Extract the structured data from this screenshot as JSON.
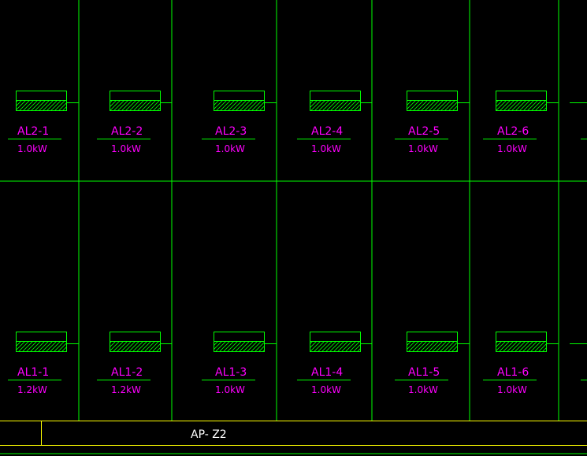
{
  "colors": {
    "background": "#000000",
    "grid_lines": "#00ff00",
    "labels": "#ff00ff",
    "title_block": "#ffff00",
    "title_text": "#ffffff"
  },
  "rows": [
    {
      "panels": [
        {
          "id": "AL2-1",
          "power": "1.0kW"
        },
        {
          "id": "AL2-2",
          "power": "1.0kW"
        },
        {
          "id": "AL2-3",
          "power": "1.0kW"
        },
        {
          "id": "AL2-4",
          "power": "1.0kW"
        },
        {
          "id": "AL2-5",
          "power": "1.0kW"
        },
        {
          "id": "AL2-6",
          "power": "1.0kW"
        }
      ]
    },
    {
      "panels": [
        {
          "id": "AL1-1",
          "power": "1.2kW"
        },
        {
          "id": "AL1-2",
          "power": "1.2kW"
        },
        {
          "id": "AL1-3",
          "power": "1.0kW"
        },
        {
          "id": "AL1-4",
          "power": "1.0kW"
        },
        {
          "id": "AL1-5",
          "power": "1.0kW"
        },
        {
          "id": "AL1-6",
          "power": "1.0kW"
        }
      ]
    }
  ],
  "title_block": {
    "label": "AP- Z2"
  }
}
